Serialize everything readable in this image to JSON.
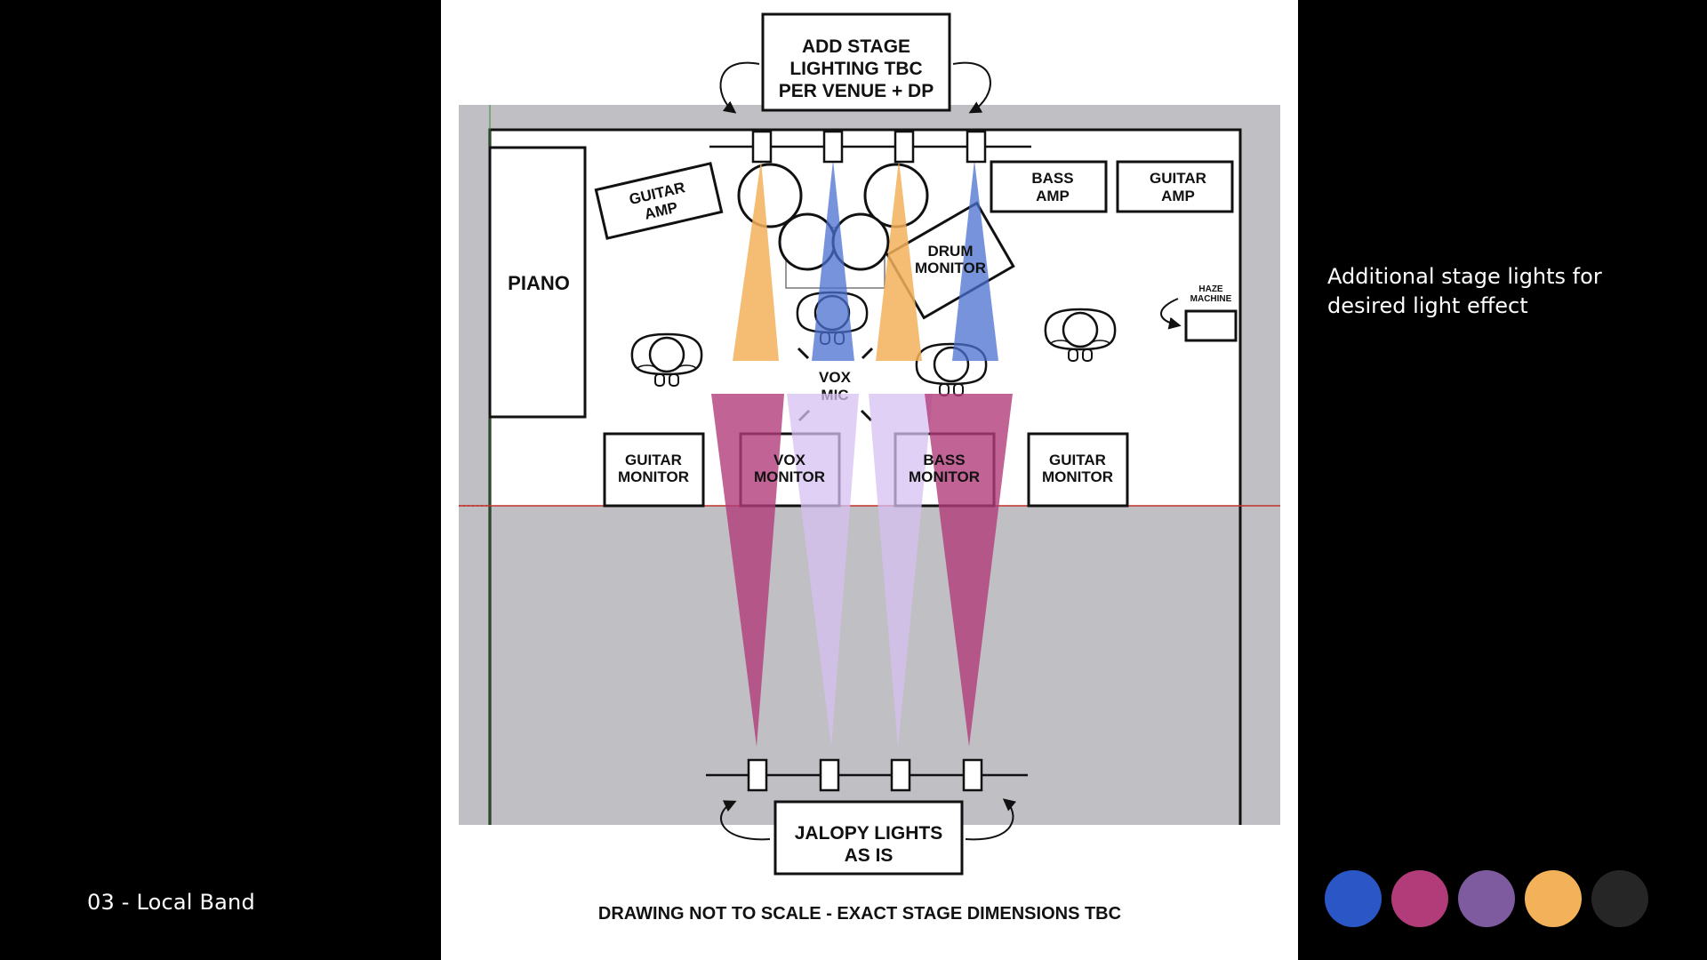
{
  "slide": {
    "label": "03 - Local Band",
    "note": "Additional stage lights for desired light effect"
  },
  "palette": [
    {
      "name": "blue",
      "hex": "#2A56C6"
    },
    {
      "name": "magenta",
      "hex": "#B23C7A"
    },
    {
      "name": "purple",
      "hex": "#7E5A9E"
    },
    {
      "name": "amber",
      "hex": "#F3B25A"
    },
    {
      "name": "charcoal",
      "hex": "#262626"
    }
  ],
  "diagram": {
    "top_callout": {
      "line1": "ADD STAGE",
      "line2": "LIGHTING TBC",
      "line3": "PER VENUE + DP"
    },
    "bottom_callout": {
      "line1": "JALOPY LIGHTS",
      "line2": "AS IS"
    },
    "footer": "DRAWING NOT TO SCALE - EXACT STAGE DIMENSIONS TBC",
    "piano": "PIANO",
    "guitar_amp_left": {
      "line1": "GUITAR",
      "line2": "AMP"
    },
    "bass_amp": {
      "line1": "BASS",
      "line2": "AMP"
    },
    "guitar_amp_right": {
      "line1": "GUITAR",
      "line2": "AMP"
    },
    "drum_monitor": {
      "line1": "DRUM",
      "line2": "MONITOR"
    },
    "haze_machine": {
      "line1": "HAZE",
      "line2": "MACHINE"
    },
    "vox_mic": {
      "line1": "VOX",
      "line2": "MIC"
    },
    "guitar_monitor_left": {
      "line1": "GUITAR",
      "line2": "MONITOR"
    },
    "vox_monitor": {
      "line1": "VOX",
      "line2": "MONITOR"
    },
    "bass_monitor": {
      "line1": "BASS",
      "line2": "MONITOR"
    },
    "guitar_monitor_right": {
      "line1": "GUITAR",
      "line2": "MONITOR"
    }
  }
}
